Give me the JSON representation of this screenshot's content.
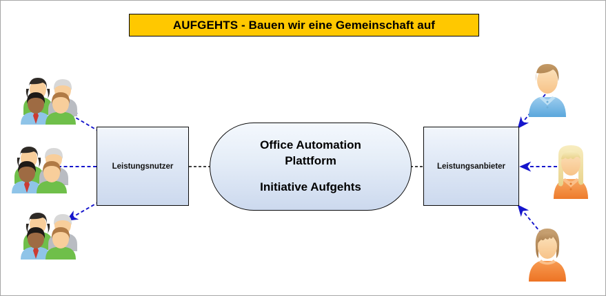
{
  "banner": {
    "title": "AUFGEHTS - Bauen wir eine Gemeinschaft auf",
    "background_color": "#FFC800",
    "text_color": "#000000"
  },
  "diagram": {
    "type": "flow-diagram",
    "background_color": "#FFFFFF",
    "border_color": "#A6A6A6",
    "center": {
      "shape": "rounded-pill",
      "line1": "Office Automation",
      "line2": "Plattform",
      "line3": "Initiative Aufgehts",
      "fill_gradient_from": "#F4F8FD",
      "fill_gradient_to": "#CCD9EE",
      "border_color": "#0A0A0A"
    },
    "left_box": {
      "label": "Leistungsnutzer",
      "fill_gradient_from": "#F2F6FC",
      "fill_gradient_to": "#CCD9EE",
      "border_color": "#0A0A0A"
    },
    "right_box": {
      "label": "Leistungsanbieter",
      "fill_gradient_from": "#F2F6FC",
      "fill_gradient_to": "#CCD9EE",
      "border_color": "#0A0A0A"
    },
    "connectors": {
      "style": "dashed",
      "center_connector_color": "#000000",
      "actor_arrow_color": "#1515CC",
      "left_box_to_center": "dashed-line",
      "center_to_right_box": "dashed-line"
    },
    "left_actors": [
      {
        "name": "user-group-top",
        "icon": "people-group-icon",
        "arrow": "arrow-from-left-box-to-group-top"
      },
      {
        "name": "user-group-middle",
        "icon": "people-group-icon",
        "arrow": "arrow-from-left-box-to-group-middle"
      },
      {
        "name": "user-group-bottom",
        "icon": "people-group-icon",
        "arrow": "arrow-from-left-box-to-group-bottom"
      }
    ],
    "right_actors": [
      {
        "name": "provider-top",
        "icon": "person-icon",
        "hair_color": "#B08B5E",
        "shirt_color": "#6FB6E8",
        "arrow": "arrow-from-provider-top-to-right-box"
      },
      {
        "name": "provider-middle",
        "icon": "person-icon",
        "hair_color": "#F2DFA0",
        "shirt_color": "#F08A3C",
        "arrow": "arrow-from-provider-middle-to-right-box"
      },
      {
        "name": "provider-bottom",
        "icon": "person-icon",
        "hair_color": "#C49A66",
        "shirt_color": "#F0853A",
        "arrow": "arrow-from-provider-bottom-to-right-box"
      }
    ]
  }
}
